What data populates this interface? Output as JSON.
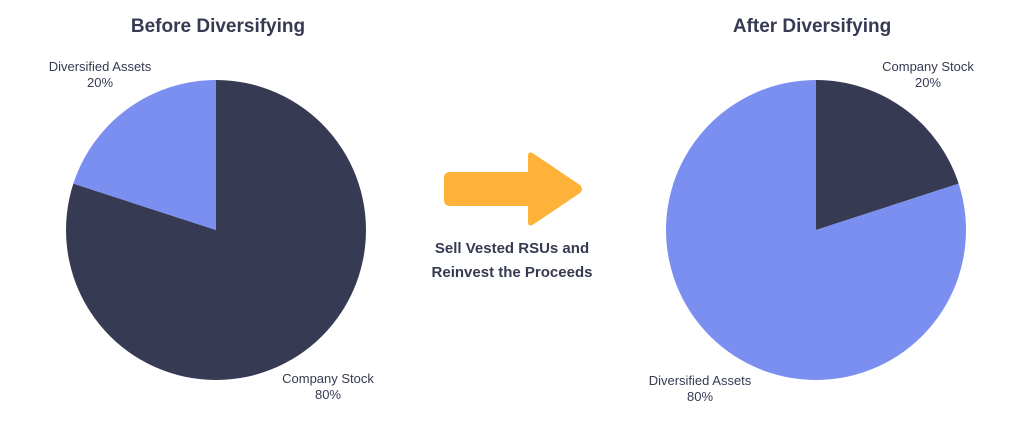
{
  "colors": {
    "company_stock": "#363a52",
    "diversified_assets": "#7a8ff0",
    "arrow": "#ffb23a",
    "text": "#363a52"
  },
  "caption": {
    "line1": "Sell Vested RSUs and",
    "line2": "Reinvest the Proceeds"
  },
  "arrow_icon": "arrow-right-icon",
  "chart_data": [
    {
      "type": "pie",
      "title": "Before Diversifying",
      "slices": [
        {
          "label": "Company Stock",
          "value": 80,
          "display": "80%",
          "color": "#363a52"
        },
        {
          "label": "Diversified Assets",
          "value": 20,
          "display": "20%",
          "color": "#7a8ff0"
        }
      ]
    },
    {
      "type": "pie",
      "title": "After Diversifying",
      "slices": [
        {
          "label": "Company Stock",
          "value": 20,
          "display": "20%",
          "color": "#363a52"
        },
        {
          "label": "Diversified Assets",
          "value": 80,
          "display": "80%",
          "color": "#7a8ff0"
        }
      ]
    }
  ]
}
